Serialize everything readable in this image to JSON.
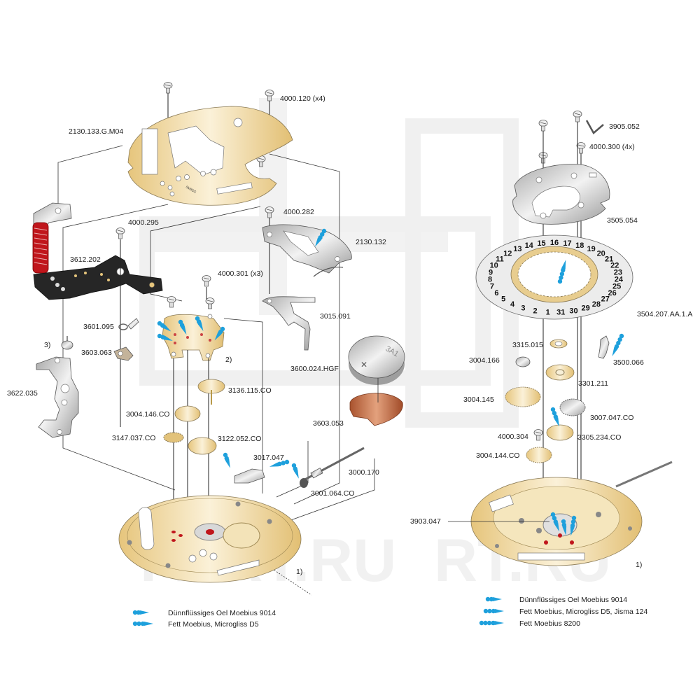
{
  "diagram": {
    "title": "",
    "watermark": "PART.RU",
    "colors": {
      "brass": "#e9cf8f",
      "steel": "#c9c9c9",
      "oil_marker": "#1ea0dc",
      "spring_red": "#c0161c",
      "copper": "#b8613a",
      "text": "#222222"
    },
    "left_assembly": {
      "labels": {
        "l1": "2130.133.G.M04",
        "l2": "4000.120 (x4)",
        "l3": "4000.282",
        "l4": "4000.295",
        "l5": "2130.132",
        "l6": "3612.202",
        "l7": "4000.301 (x3)",
        "l8": "3015.091",
        "l9": "3601.095",
        "l10": "3603.063",
        "l11": "3)",
        "l12": "2)",
        "l13": "3600.024.HGF",
        "l14": "3136.115.CO",
        "l15": "3622.035",
        "l16": "3004.146.CO",
        "l17": "3603.053",
        "l18": "3147.037.CO",
        "l19": "3122.052.CO",
        "l20": "3017.047",
        "l21": "3000.170",
        "l22": "3001.064.CO",
        "l23": "1)"
      },
      "battery_marking": "3A1",
      "plate_marking": "SWISS",
      "legend": [
        {
          "dots": 2,
          "text": "Dünnflüssiges Oel Moebius 9014"
        },
        {
          "dots": 3,
          "text": "Fett Moebius, Microgliss D5"
        }
      ]
    },
    "right_assembly": {
      "labels": {
        "r1": "3905.052",
        "r2": "4000.300 (4x)",
        "r3": "3505.054",
        "r4": "3504.207.AA.1.A",
        "r5": "3315.015",
        "r6": "3004.166",
        "r7": "3500.066",
        "r8": "3301.211",
        "r9": "3004.145",
        "r10": "3007.047.CO",
        "r11": "4000.304",
        "r12": "3305.234.CO",
        "r13": "3004.144.CO",
        "r14": "3903.047",
        "r15": "1)"
      },
      "date_ring_numbers": [
        "1",
        "2",
        "3",
        "4",
        "5",
        "6",
        "7",
        "8",
        "9",
        "10",
        "11",
        "12",
        "13",
        "14",
        "15",
        "16",
        "17",
        "18",
        "19",
        "20",
        "21",
        "22",
        "23",
        "24",
        "25",
        "26",
        "27",
        "28",
        "29",
        "30",
        "31"
      ],
      "legend": [
        {
          "dots": 2,
          "text": "Dünnflüssiges Oel Moebius 9014"
        },
        {
          "dots": 3,
          "text": "Fett Moebius, Microgliss D5, Jisma 124"
        },
        {
          "dots": 4,
          "text": "Fett Moebius 8200"
        }
      ]
    }
  }
}
